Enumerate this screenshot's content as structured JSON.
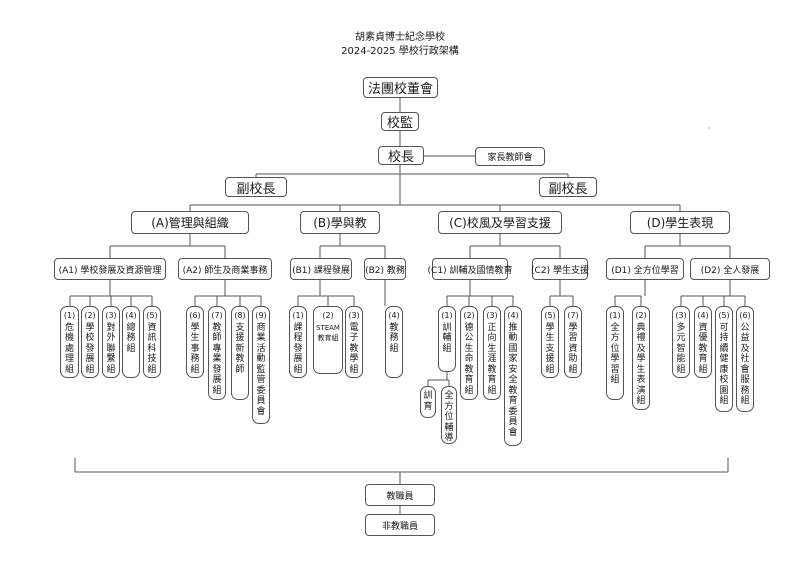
{
  "header": {
    "school": "胡素貞博士紀念學校",
    "year_title": "2024-2025 學校行政架構"
  },
  "top": {
    "board": "法團校董會",
    "supervisor": "校監",
    "principal": "校長",
    "pta": "家長教師會",
    "vice_left": "副校長",
    "vice_right": "副校長"
  },
  "domains": [
    {
      "label": "(A)管理與組織"
    },
    {
      "label": "(B)學與教"
    },
    {
      "label": "(C)校風及學習支援"
    },
    {
      "label": "(D)學生表現"
    }
  ],
  "sections": [
    {
      "label": "(A1) 學校發展及資源管理"
    },
    {
      "label": "(A2) 師生及商業事務"
    },
    {
      "label": "(B1) 課程發展"
    },
    {
      "label": "(B2) 教務"
    },
    {
      "label": "(C1) 訓輔及國情教育"
    },
    {
      "label": "(C2) 學生支援"
    },
    {
      "label": "(D1) 全方位學習"
    },
    {
      "label": "(D2) 全人發展"
    }
  ],
  "units": [
    {
      "num": "(1)",
      "text": "危機處理組"
    },
    {
      "num": "(2)",
      "text": "學校發展組"
    },
    {
      "num": "(3)",
      "text": "對外聯繫組"
    },
    {
      "num": "(4)",
      "text": "總務組"
    },
    {
      "num": "(5)",
      "text": "資訊科技組"
    },
    {
      "num": "(6)",
      "text": "學生事務組"
    },
    {
      "num": "(7)",
      "text": "教師專業發展組"
    },
    {
      "num": "(8)",
      "text": "支援新教師"
    },
    {
      "num": "(9)",
      "text": "商業活動監管委員會"
    },
    {
      "num": "(1)",
      "text": "課程發展組"
    },
    {
      "num": "(2)",
      "text": "STEAM教育組"
    },
    {
      "num": "(3)",
      "text": "電子教學組"
    },
    {
      "num": "(4)",
      "text": "教務組"
    },
    {
      "num": "(1)",
      "text": "訓輔組"
    },
    {
      "num": "(2)",
      "text": "德公生命教育組"
    },
    {
      "num": "(3)",
      "text": "正向生涯教育組"
    },
    {
      "num": "(4)",
      "text": "推動國家安全教育委員會"
    },
    {
      "num": "(5)",
      "text": "學生支援組"
    },
    {
      "num": "(7)",
      "text": "學習資助組"
    },
    {
      "num": "(1)",
      "text": "全方位學習組"
    },
    {
      "num": "(2)",
      "text": "典禮及學生表演組"
    },
    {
      "num": "(3)",
      "text": "多元智能組"
    },
    {
      "num": "(4)",
      "text": "資優教育組"
    },
    {
      "num": "(5)",
      "text": "可持續健康校園組"
    },
    {
      "num": "(6)",
      "text": "公益及社會服務組"
    }
  ],
  "sub_units": [
    {
      "text": "訓育"
    },
    {
      "text": "全方位輔導"
    }
  ],
  "bottom": {
    "staff": "教職員",
    "non_teaching": "非教職員"
  },
  "stray_mark": "'"
}
